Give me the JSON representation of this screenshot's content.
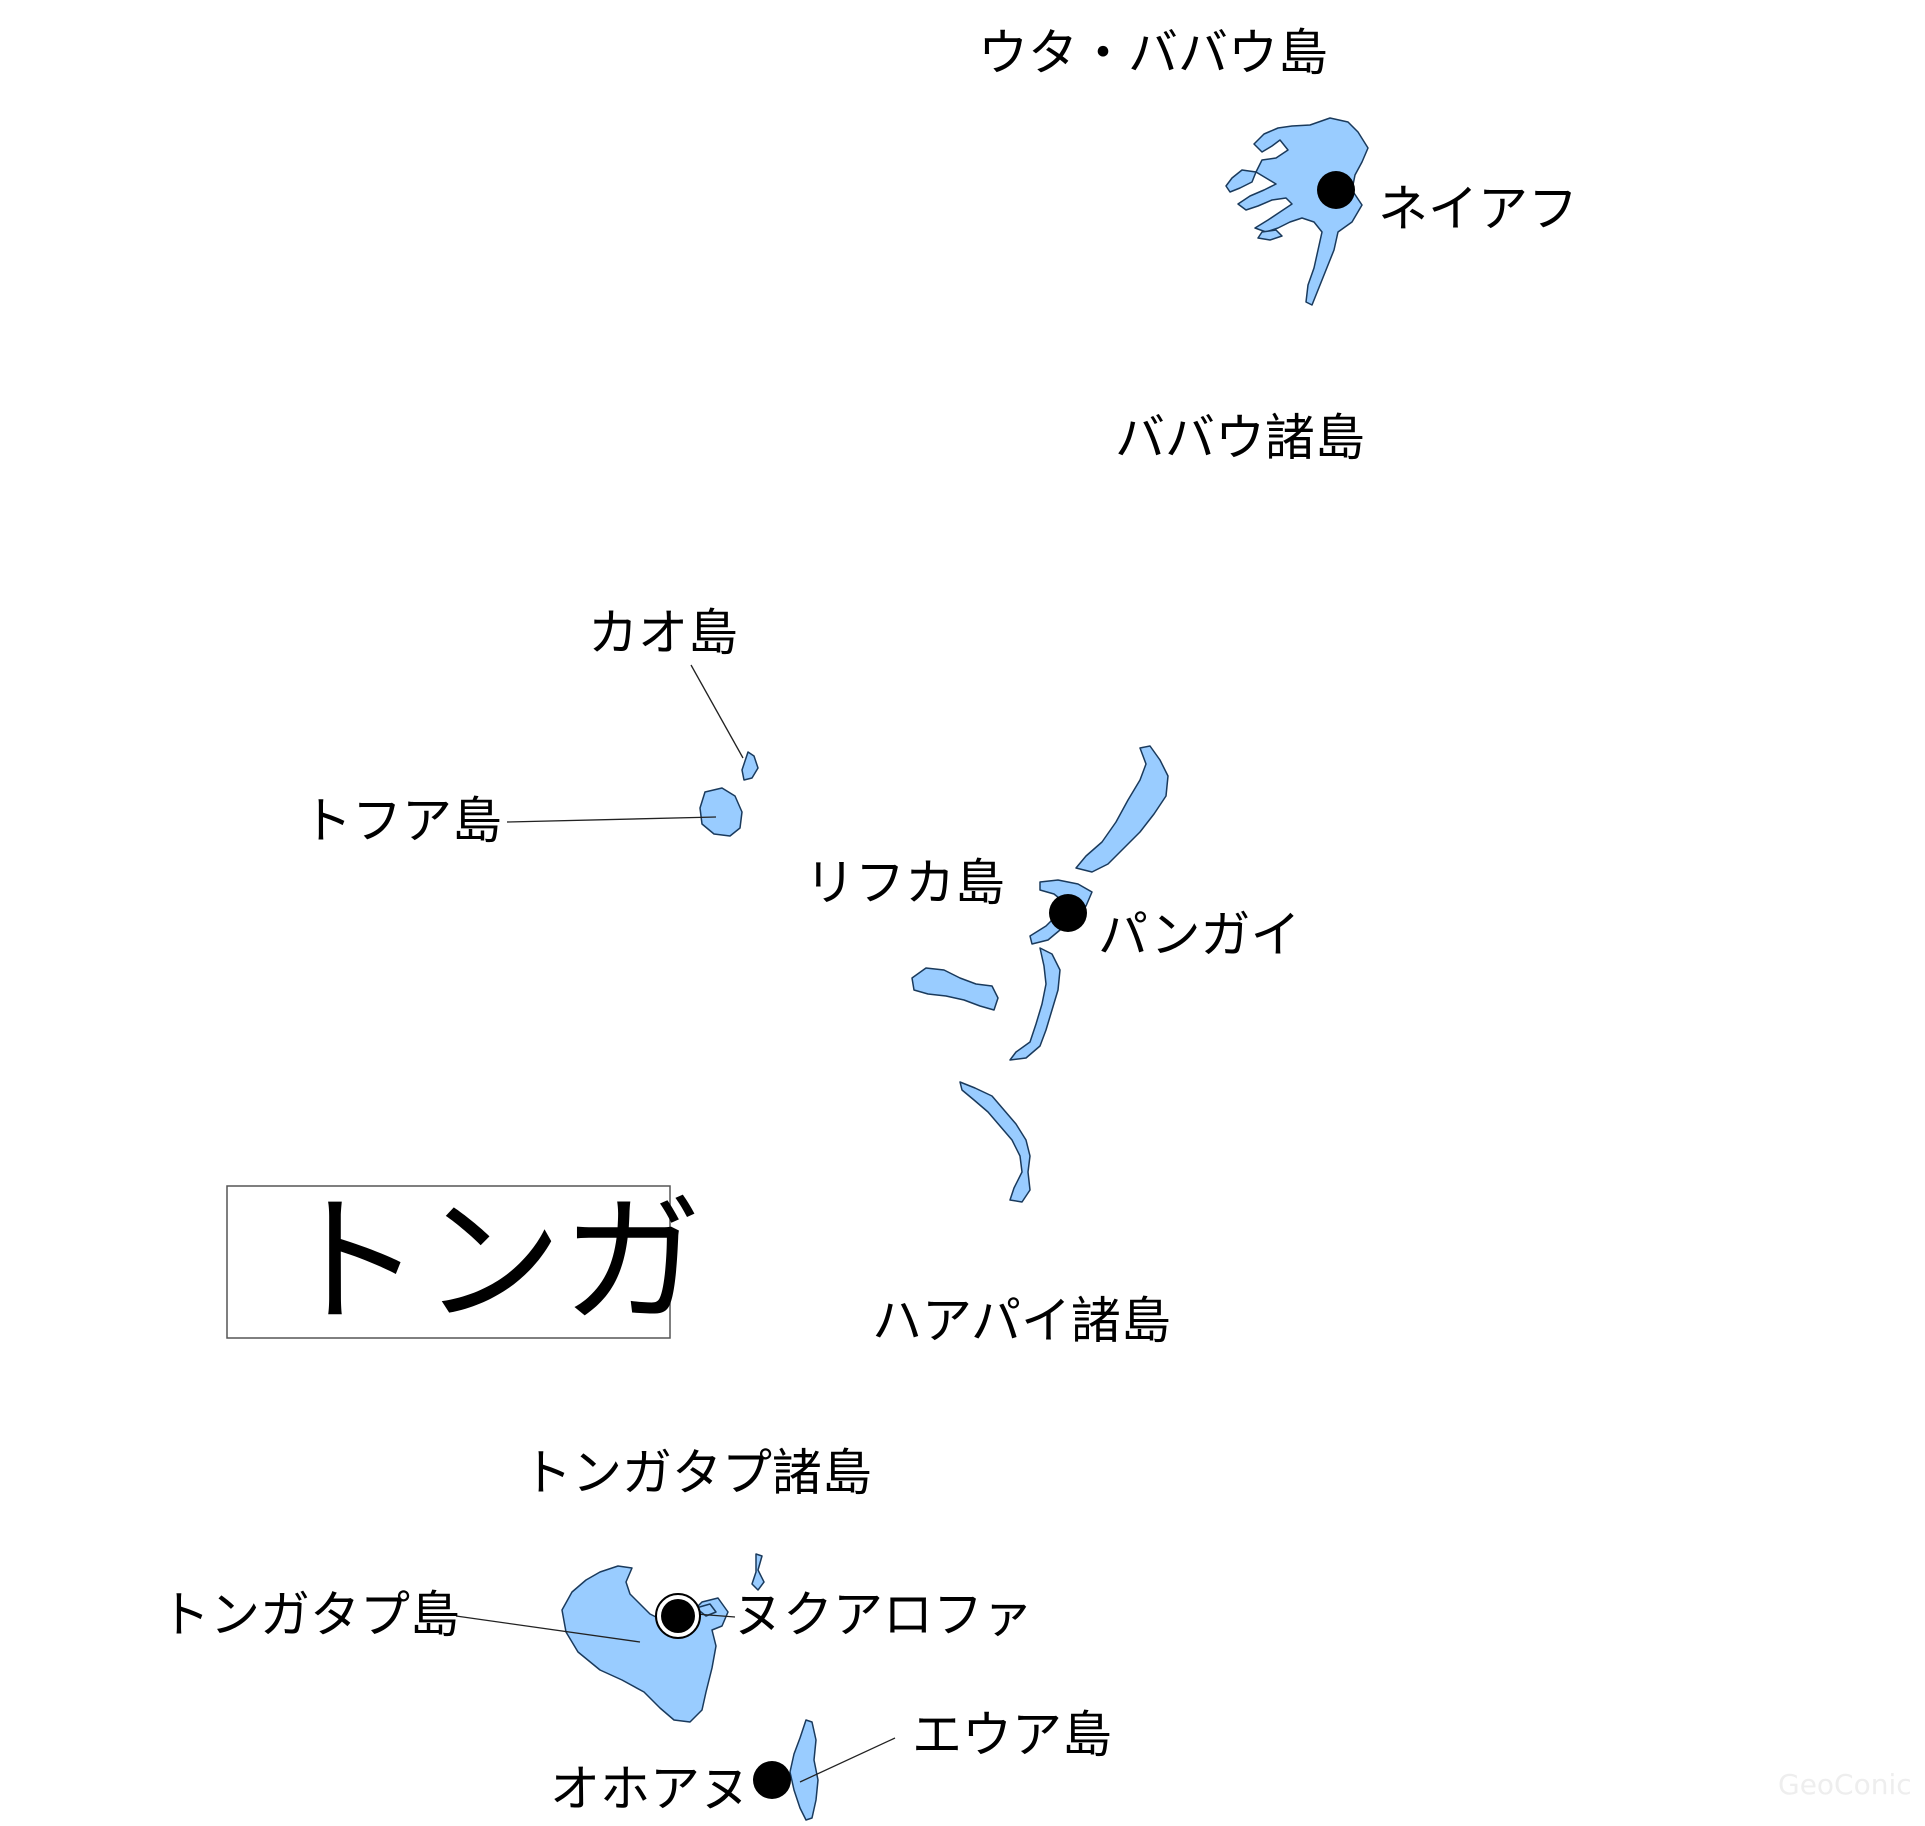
{
  "title": "トンガ",
  "colors": {
    "land": "#99ccff",
    "outline": "#1a3a5c",
    "city": "#000000",
    "capital_ring": "#ffffff"
  },
  "groups": {
    "vavau": "ババウ諸島",
    "haapai": "ハアパイ諸島",
    "tongatapu": "トンガタプ諸島"
  },
  "islands": {
    "uta_vavau": "ウタ・ババウ島",
    "kao": "カオ島",
    "tofua": "トフア島",
    "lifuka": "リフカ島",
    "tongatapu": "トンガタプ島",
    "eua": "エウア島"
  },
  "cities": {
    "neiafu": "ネイアフ",
    "pangai": "パンガイ",
    "nukualofa": "ヌクアロファ",
    "ohonua": "オホアヌ"
  },
  "watermark": "GeoConic"
}
